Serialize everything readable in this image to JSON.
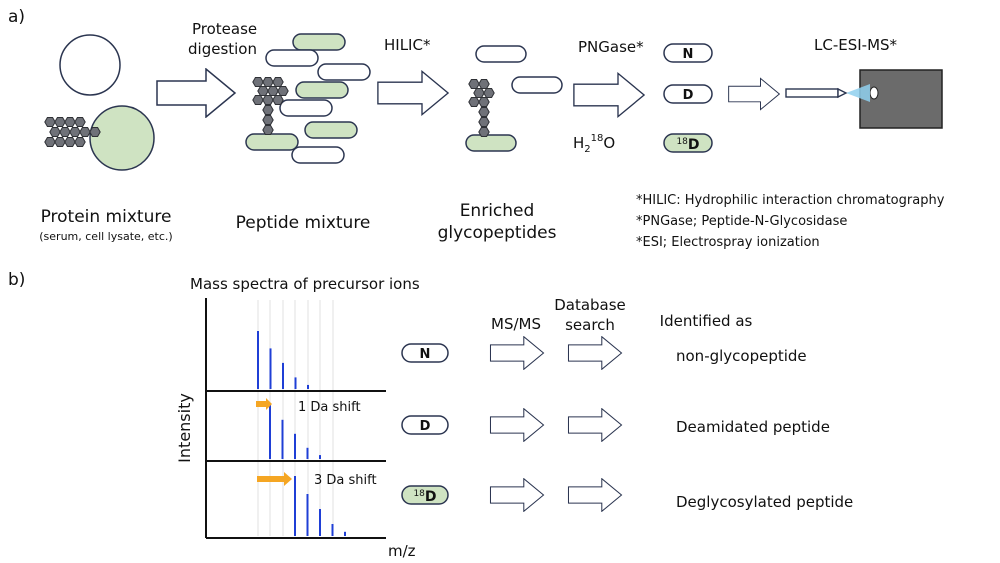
{
  "panel_a": {
    "label": "a)",
    "step1": {
      "line1": "Protease",
      "line2": "digestion"
    },
    "step2": "HILIC*",
    "step3": "PNGase*",
    "water": {
      "base": "H",
      "sub": "2",
      "sup": "18",
      "rest": "O"
    },
    "step4": "LC-ESI-MS*",
    "caption_protein": "Protein mixture",
    "caption_protein_sub": "(serum, cell lysate, etc.)",
    "caption_peptide": "Peptide mixture",
    "caption_enriched": {
      "line1": "Enriched",
      "line2": "glycopeptides"
    },
    "pill_n": "N",
    "pill_d": "D",
    "pill_18d": {
      "sup": "18",
      "letter": "D"
    },
    "footnotes": [
      "*HILIC: Hydrophilic interaction chromatography",
      "*PNGase; Peptide-N-Glycosidase",
      "*ESI; Electrospray ionization"
    ]
  },
  "panel_b": {
    "label": "b)",
    "title": "Mass spectra of precursor ions",
    "ylabel": "Intensity",
    "xlabel": "m/z",
    "shift1": "1 Da shift",
    "shift2": "3 Da shift",
    "head_msms": "MS/MS",
    "head_db": {
      "line1": "Database",
      "line2": "search"
    },
    "head_identified": "Identified as",
    "rows": [
      {
        "pill": "N",
        "result": "non-glycopeptide"
      },
      {
        "pill": "D",
        "result": "Deamidated peptide"
      },
      {
        "pill_sup": "18",
        "pill": "D",
        "result": "Deglycosylated peptide"
      }
    ]
  },
  "colors": {
    "pill_green": "#cfe3c2",
    "glycan_hex": "#6f7178",
    "ms_box": "#6b6b6b",
    "peak_blue": "#1f3fd6",
    "shift_arrow": "#f5a623",
    "spray": "#8fd0ef"
  },
  "chart_data": {
    "type": "bar",
    "xlabel": "m/z",
    "ylabel": "Intensity",
    "series": [
      {
        "name": "N",
        "values": [
          1.0,
          0.7,
          0.45,
          0.2,
          0.07
        ]
      },
      {
        "name": "D",
        "values": [
          1.0,
          0.7,
          0.45,
          0.2,
          0.07
        ]
      },
      {
        "name": "18D",
        "values": [
          1.0,
          0.7,
          0.45,
          0.2,
          0.07
        ]
      }
    ]
  }
}
